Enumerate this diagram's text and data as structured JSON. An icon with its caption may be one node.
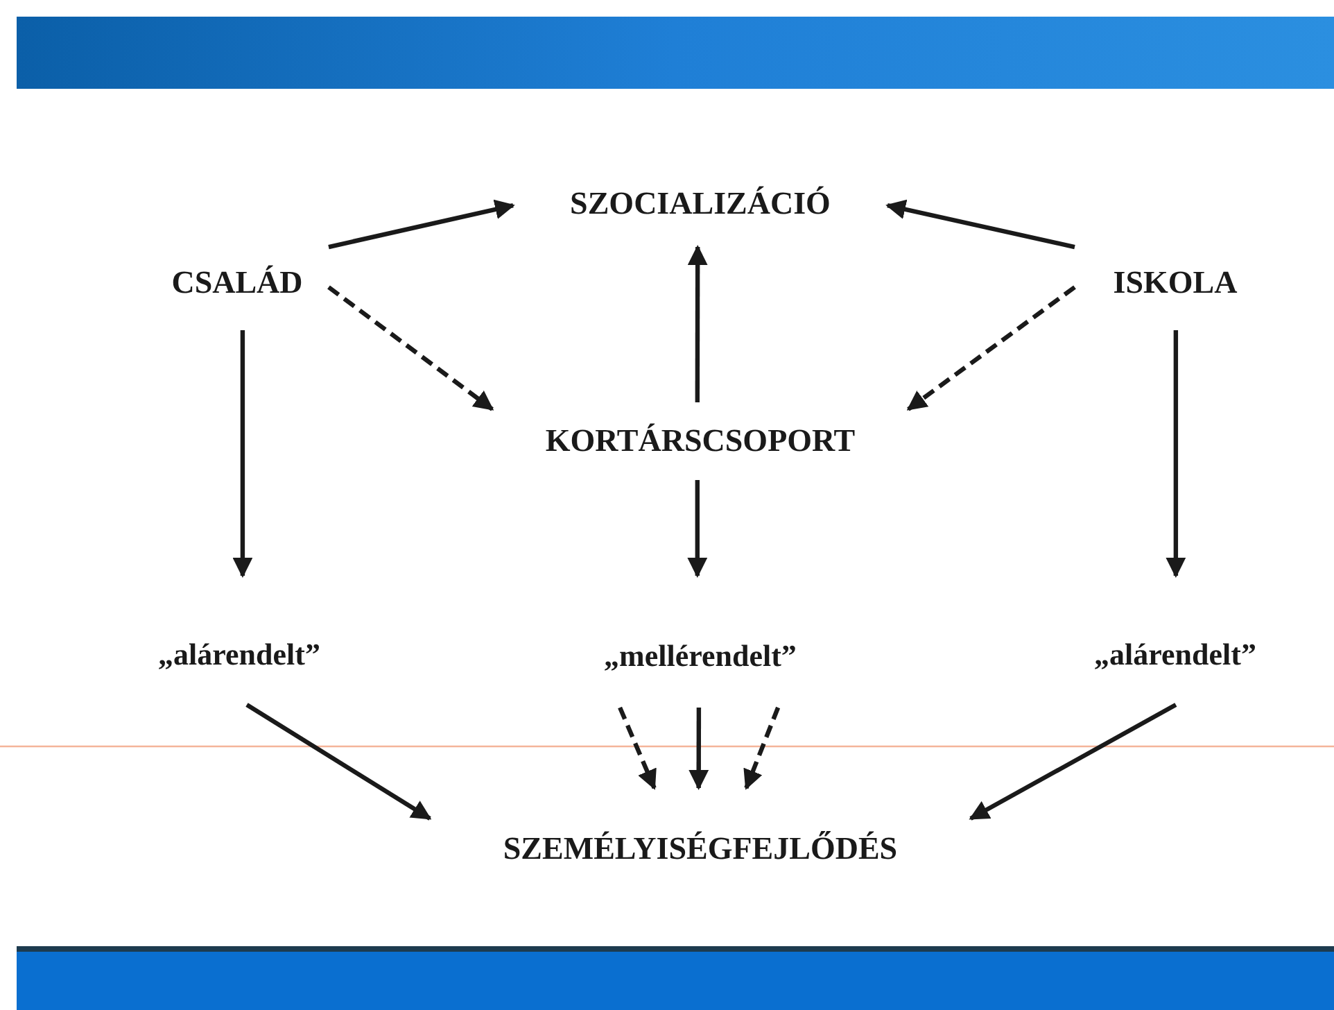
{
  "diagram": {
    "nodes": [
      {
        "text": [
          "SZOCIALIZÁCIÓ"
        ]
      },
      {
        "text": [
          "CSALÁD"
        ]
      },
      {
        "text": [
          "ISKOLA"
        ]
      },
      {
        "text": [
          "KORTÁRSCSOPORT"
        ]
      },
      {
        "text": [
          "„alárendelt”"
        ]
      },
      {
        "text": [
          "„mellérendelt”"
        ]
      },
      {
        "text": [
          "„alárendelt”"
        ]
      },
      {
        "text": [
          "SZEMÉLYISÉGFEJLŐDÉS"
        ]
      }
    ],
    "edges": [
      {
        "from": 1,
        "to": 0,
        "arrow": "to"
      },
      {
        "from": 2,
        "to": 0,
        "arrow": "to"
      },
      {
        "from": 3,
        "to": 0,
        "arrow": "to"
      },
      {
        "from": 1,
        "to": 3,
        "arrow": "to",
        "style": "dashed"
      },
      {
        "from": 2,
        "to": 3,
        "arrow": "to",
        "style": "dashed"
      },
      {
        "from": 1,
        "to": 4,
        "arrow": "to"
      },
      {
        "from": 3,
        "to": 5,
        "arrow": "to"
      },
      {
        "from": 2,
        "to": 6,
        "arrow": "to"
      },
      {
        "from": 4,
        "to": 7,
        "arrow": "to"
      },
      {
        "from": 5,
        "to": 7,
        "arrow": "to",
        "style": "dashed"
      },
      {
        "from": 5,
        "to": 7,
        "arrow": "to"
      },
      {
        "from": 5,
        "to": 7,
        "arrow": "to",
        "style": "dashed"
      },
      {
        "from": 6,
        "to": 7,
        "arrow": "to"
      }
    ]
  }
}
